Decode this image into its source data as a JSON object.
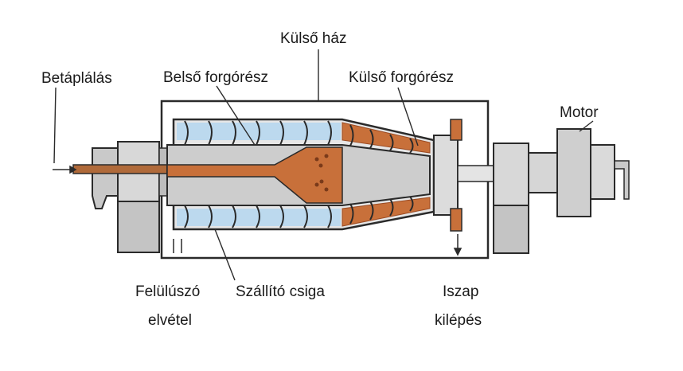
{
  "labels": {
    "kulso_haz": "Külső ház",
    "betaplalas": "Betáplálás",
    "belso_forgoresz": "Belső forgórész",
    "kulso_forgoresz": "Külső forgórész",
    "motor": "Motor",
    "felulusz_line1": "Felülúszó",
    "felulusz_line2": "elvétel",
    "szallito_csiga": "Szállító csiga",
    "iszap_line1": "Iszap",
    "iszap_line2": "kilépés"
  },
  "colors": {
    "outline": "#2a2a2a",
    "metal_light": "#e4e4e4",
    "metal_mid": "#cfcfcf",
    "metal_dark": "#b4b4b4",
    "sludge": "#c8703a",
    "sludge_dark": "#9a4a22",
    "liquid": "#bcd9ee",
    "feed": "#b06a3a"
  }
}
